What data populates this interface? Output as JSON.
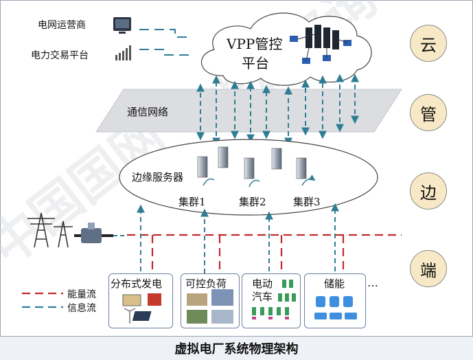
{
  "legend_top": {
    "grid_operator": "电网运营商",
    "power_trading": "电力交易平台"
  },
  "cloud": {
    "title_line1": "VPP管控",
    "title_line2": "平台"
  },
  "network": {
    "label": "通信网络"
  },
  "edge": {
    "label": "边缘服务器",
    "clusters": [
      "集群1",
      "集群2",
      "集群3"
    ]
  },
  "tiers": [
    "云",
    "管",
    "边",
    "端"
  ],
  "terminals": [
    {
      "label": "分布式发电"
    },
    {
      "label": "可控负荷"
    },
    {
      "label_line1": "电动",
      "label_line2": "汽车"
    },
    {
      "label": "储能"
    }
  ],
  "ellipsis": "…",
  "legend_bottom": {
    "energy_flow": "能量流",
    "info_flow": "信息流"
  },
  "caption": "虚拟电厂系统物理架构",
  "colors": {
    "energy": "#c0282e",
    "info": "#2f7d95",
    "tier_fill": "#f8e9c6",
    "network_plane": "#dcdde0"
  }
}
